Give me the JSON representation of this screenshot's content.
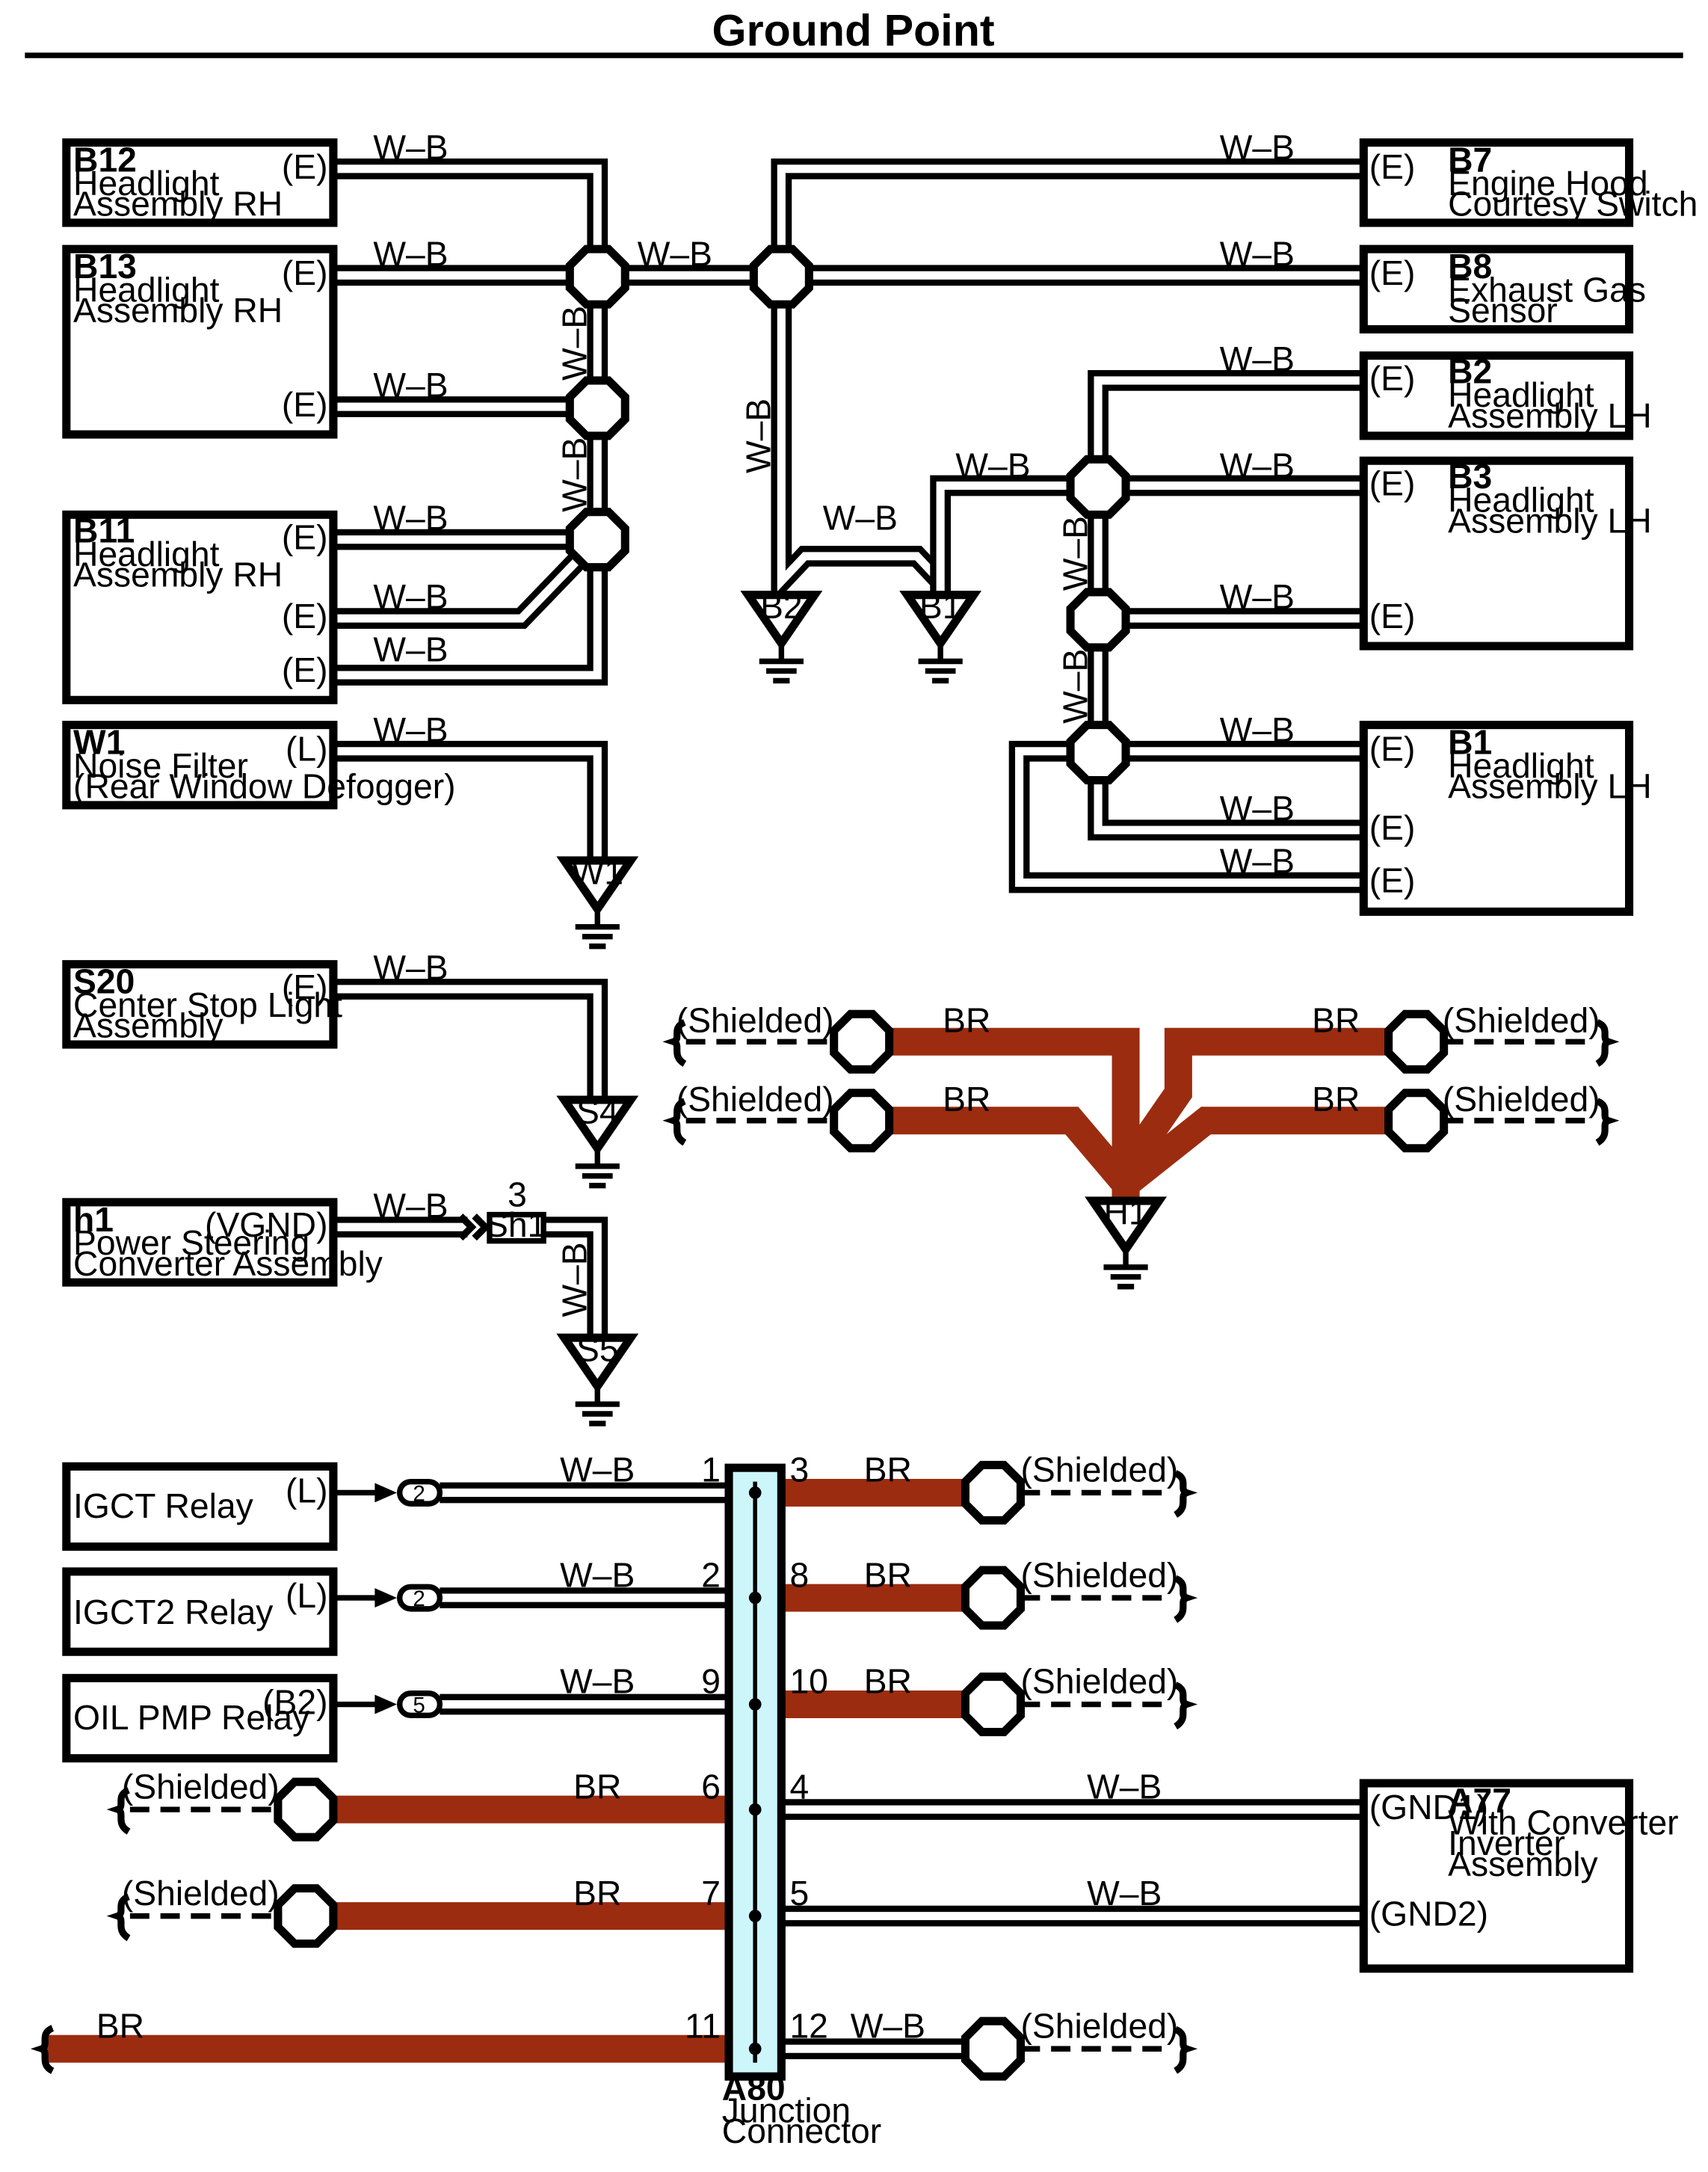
{
  "title": "Ground Point",
  "colors": {
    "wire": "#000000",
    "br_wire": "#9b2c0f",
    "junction_fill": "#cdf6fb"
  },
  "wire_labels": {
    "wb": "W–B",
    "br": "BR",
    "shielded": "(Shielded)"
  },
  "components": {
    "b12": {
      "code": "B12",
      "line1": "Headlight",
      "line2": "Assembly RH",
      "term": "(E)"
    },
    "b13": {
      "code": "B13",
      "line1": "Headlight",
      "line2": "Assembly RH",
      "term1": "(E)",
      "term2": "(E)"
    },
    "b11": {
      "code": "B11",
      "line1": "Headlight",
      "line2": "Assembly RH",
      "term1": "(E)",
      "term2": "(E)",
      "term3": "(E)"
    },
    "w1": {
      "code": "W1",
      "line1": "Noise Filter",
      "line2": "(Rear Window Defogger)",
      "term": "(L)"
    },
    "s20": {
      "code": "S20",
      "line1": "Center Stop Light",
      "line2": "Assembly",
      "term": "(E)"
    },
    "h1": {
      "code": "h1",
      "line1": "Power Steering",
      "line2": "Converter Assembly",
      "term": "(VGND)"
    },
    "b7": {
      "code": "B7",
      "line1": "Engine Hood",
      "line2": "Courtesy Switch",
      "term": "(E)"
    },
    "b8": {
      "code": "B8",
      "line1": "Exhaust Gas",
      "line2": "Sensor",
      "term": "(E)"
    },
    "b2": {
      "code": "B2",
      "line1": "Headlight",
      "line2": "Assembly LH",
      "term": "(E)"
    },
    "b3": {
      "code": "B3",
      "line1": "Headlight",
      "line2": "Assembly LH",
      "term1": "(E)",
      "term2": "(E)"
    },
    "b1": {
      "code": "B1",
      "line1": "Headlight",
      "line2": "Assembly LH",
      "term1": "(E)",
      "term2": "(E)",
      "term3": "(E)"
    },
    "igct": {
      "name": "IGCT Relay",
      "term": "(L)",
      "pin": "2"
    },
    "igct2": {
      "name": "IGCT2 Relay",
      "term": "(L)",
      "pin": "2"
    },
    "oilpmp": {
      "name": "OIL PMP Relay",
      "term": "(B2)",
      "pin": "5"
    },
    "a77": {
      "code": "A77",
      "line1": "With Converter",
      "line2": "Inverter",
      "line3": "Assembly",
      "term1": "(GND1)",
      "term2": "(GND2)"
    },
    "a80": {
      "code": "A80",
      "line1": "Junction",
      "line2": "Connector"
    }
  },
  "grounds": {
    "b2": "B2",
    "b1": "B1",
    "w1": "W1",
    "s4": "S4",
    "s5": "S5",
    "h1": "H1"
  },
  "shield": {
    "code": "Sh1",
    "pin": "3"
  },
  "junction_pins": {
    "l1": "1",
    "l2": "2",
    "l3": "9",
    "l4": "6",
    "l5": "7",
    "l6": "11",
    "r1": "3",
    "r2": "8",
    "r3": "10",
    "r4": "4",
    "r5": "5",
    "r6": "12"
  }
}
